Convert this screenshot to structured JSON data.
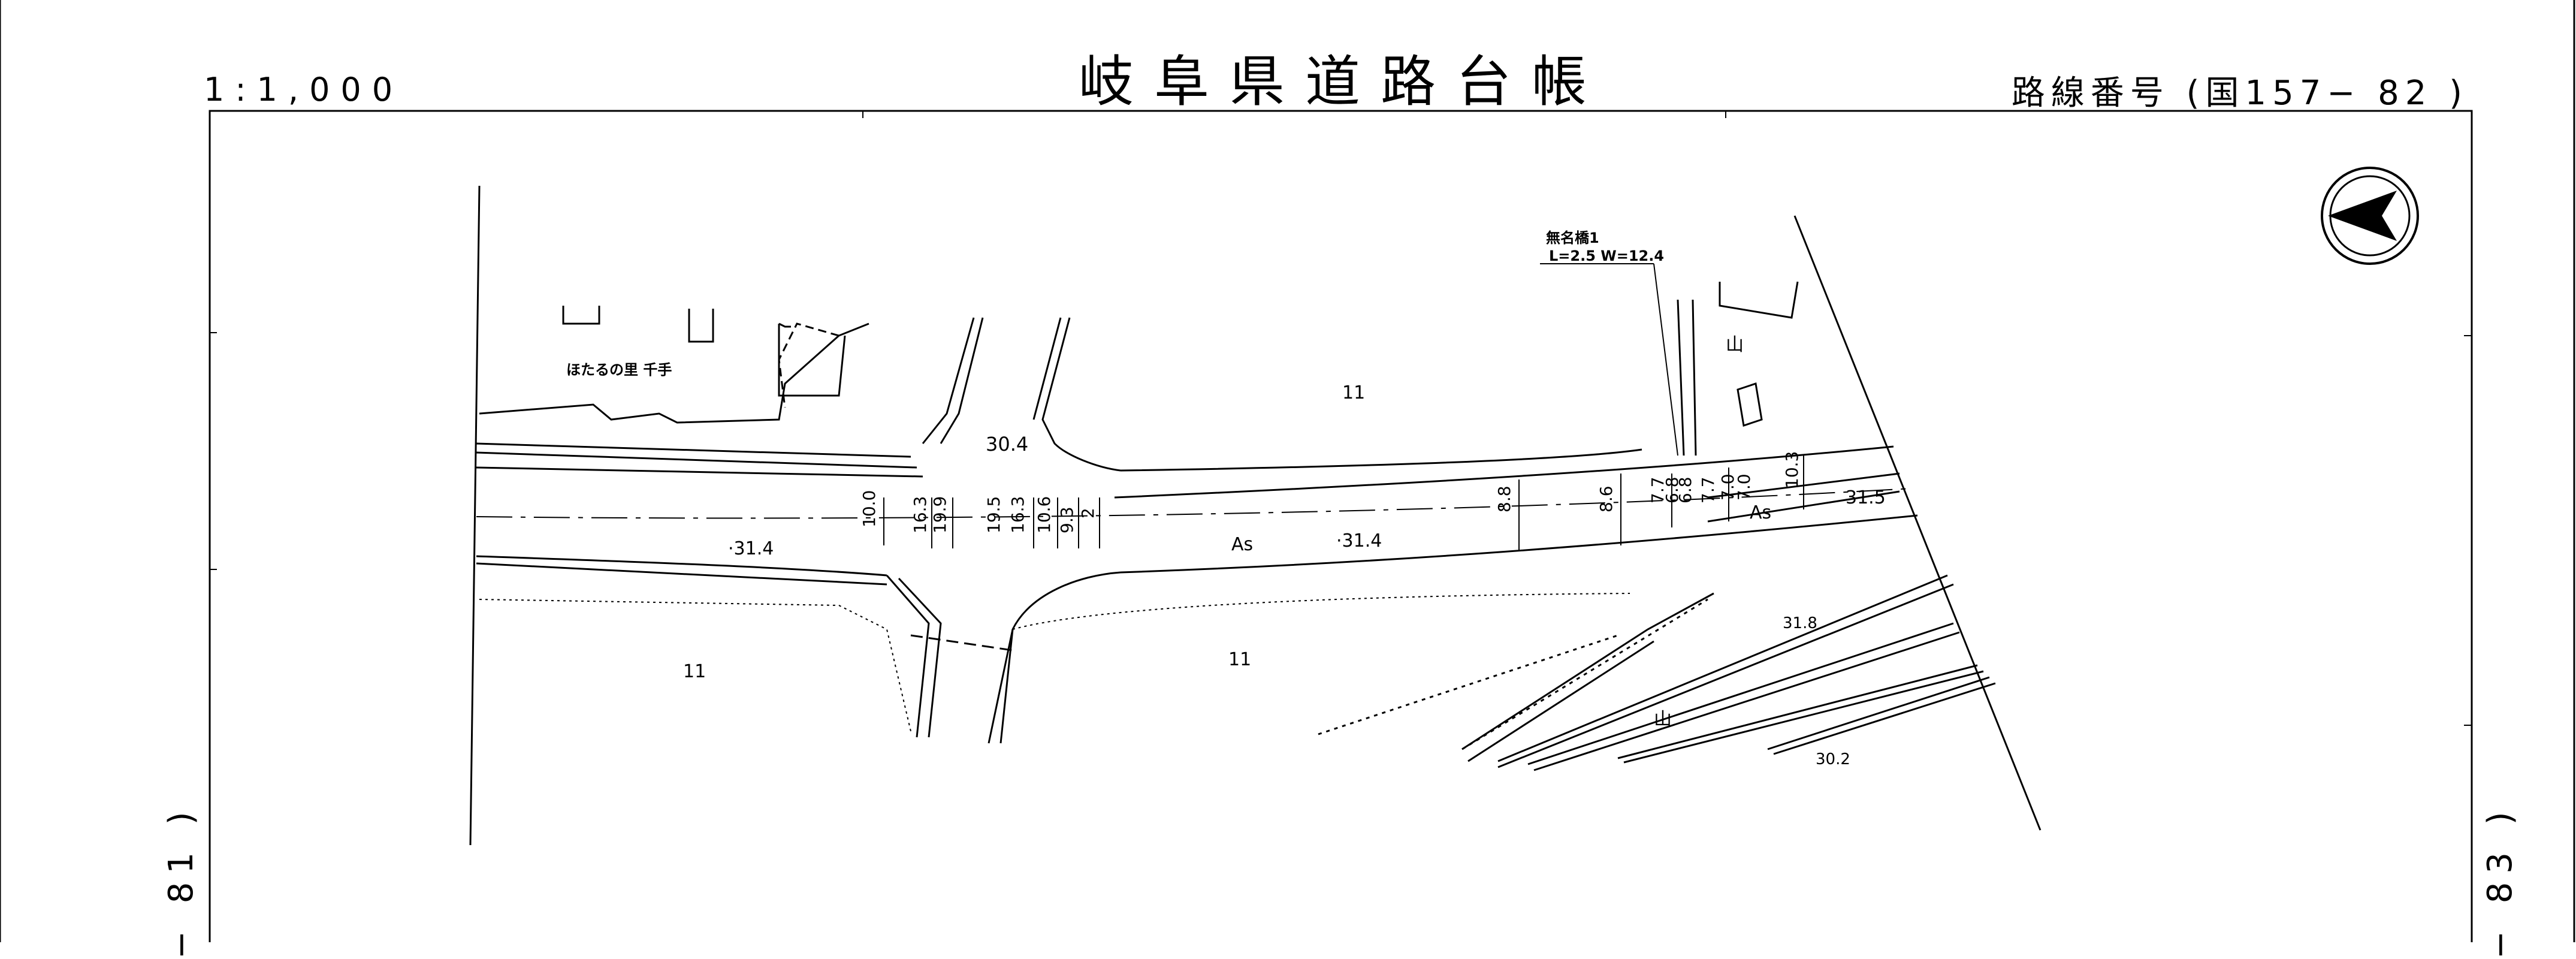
{
  "header": {
    "title": "岐阜県道路台帳",
    "scale": "1:1,000",
    "route_label": "路線番号",
    "route_value": "(国157− 82 )"
  },
  "sheet_refs": {
    "left": "− 81 )",
    "right": "− 83 )"
  },
  "labels": {
    "facility": "ほたるの里 千手",
    "bridge_name": "無名橋1",
    "bridge_dims": "L=2.5  W=12.4",
    "pavement_1": "As",
    "pavement_2": "As",
    "elev_1": "30.4",
    "elev_2": "·31.4",
    "elev_3": "·31.4",
    "elev_4": "31.5",
    "elev_5": "31.8",
    "elev_6": "30.2",
    "field_1": "11",
    "field_2": "11",
    "field_3": "11",
    "mountain": "山",
    "mountain_2": "山"
  },
  "widths": [
    "10.0",
    "16.3",
    "19.9",
    "19.5",
    "16.3",
    "10.6",
    "9.3",
    "2",
    "8.8",
    "8.6",
    "7.7",
    "6.8",
    "6.8",
    "7.7",
    "7.0",
    "7.0",
    "10.3"
  ],
  "north_arrow": "north-arrow-icon"
}
